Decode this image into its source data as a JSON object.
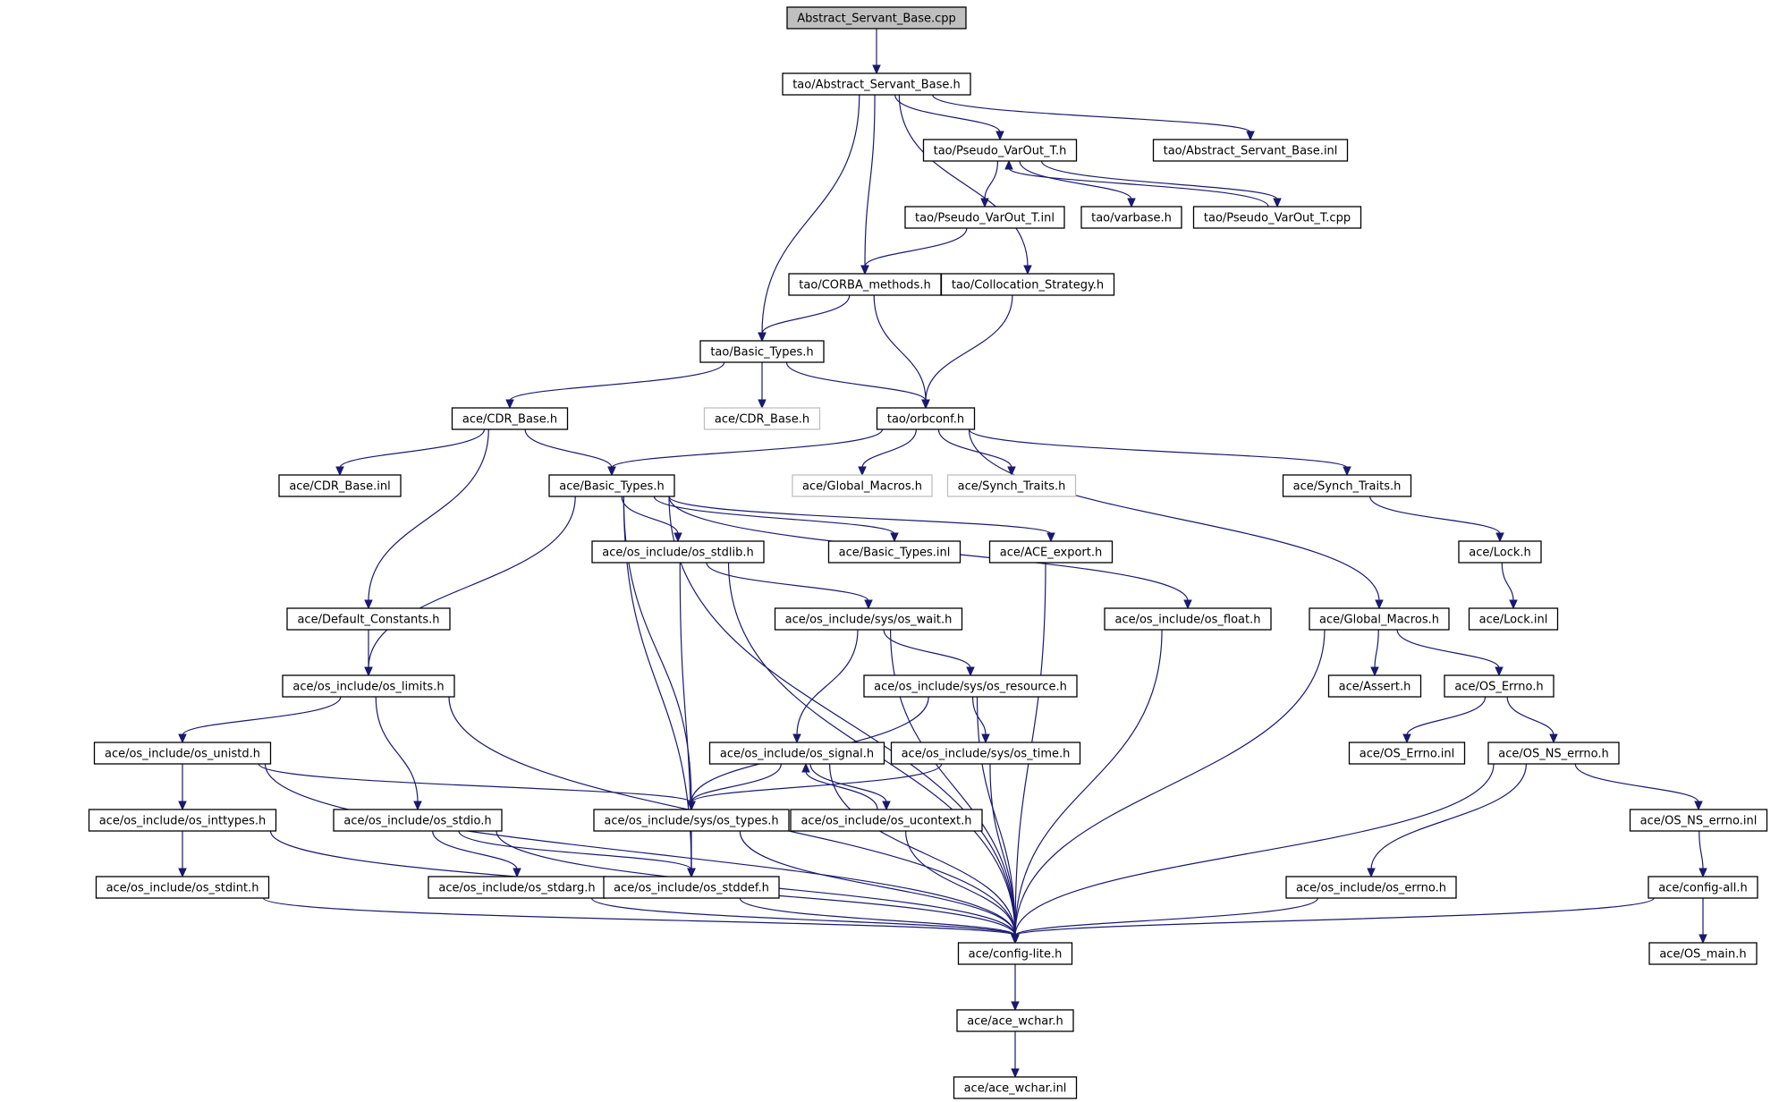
{
  "graph": {
    "colors": {
      "edge": "#191970",
      "node_border": "#000000",
      "root_fill": "#bfbfbf",
      "missing_border": "#bfbfbf"
    },
    "nodes": [
      {
        "id": "root",
        "label": "Abstract_Servant_Base.cpp",
        "kind": "root"
      },
      {
        "id": "asb_h",
        "label": "tao/Abstract_Servant_Base.h"
      },
      {
        "id": "pvt_h",
        "label": "tao/Pseudo_VarOut_T.h"
      },
      {
        "id": "asb_inl",
        "label": "tao/Abstract_Servant_Base.inl"
      },
      {
        "id": "pvt_inl",
        "label": "tao/Pseudo_VarOut_T.inl"
      },
      {
        "id": "varbase",
        "label": "tao/varbase.h"
      },
      {
        "id": "pvt_cpp",
        "label": "tao/Pseudo_VarOut_T.cpp"
      },
      {
        "id": "corba",
        "label": "tao/CORBA_methods.h"
      },
      {
        "id": "colloc",
        "label": "tao/Collocation_Strategy.h"
      },
      {
        "id": "tao_bt",
        "label": "tao/Basic_Types.h"
      },
      {
        "id": "cdr_h",
        "label": "ace/CDR_Base.h"
      },
      {
        "id": "cdr_h_missing",
        "label": "ace/CDR_Base.h",
        "kind": "missing"
      },
      {
        "id": "orbconf",
        "label": "tao/orbconf.h"
      },
      {
        "id": "cdr_inl",
        "label": "ace/CDR_Base.inl"
      },
      {
        "id": "ace_bt",
        "label": "ace/Basic_Types.h"
      },
      {
        "id": "gm_missing",
        "label": "ace/Global_Macros.h",
        "kind": "missing"
      },
      {
        "id": "st_missing",
        "label": "ace/Synch_Traits.h",
        "kind": "missing"
      },
      {
        "id": "synch",
        "label": "ace/Synch_Traits.h"
      },
      {
        "id": "stdlib",
        "label": "ace/os_include/os_stdlib.h"
      },
      {
        "id": "bt_inl",
        "label": "ace/Basic_Types.inl"
      },
      {
        "id": "export",
        "label": "ace/ACE_export.h"
      },
      {
        "id": "lock_h",
        "label": "ace/Lock.h"
      },
      {
        "id": "defconst",
        "label": "ace/Default_Constants.h"
      },
      {
        "id": "wait",
        "label": "ace/os_include/sys/os_wait.h"
      },
      {
        "id": "float",
        "label": "ace/os_include/os_float.h"
      },
      {
        "id": "gm",
        "label": "ace/Global_Macros.h"
      },
      {
        "id": "lock_inl",
        "label": "ace/Lock.inl"
      },
      {
        "id": "limits",
        "label": "ace/os_include/os_limits.h"
      },
      {
        "id": "resource",
        "label": "ace/os_include/sys/os_resource.h"
      },
      {
        "id": "assert",
        "label": "ace/Assert.h"
      },
      {
        "id": "errno_h",
        "label": "ace/OS_Errno.h"
      },
      {
        "id": "unistd",
        "label": "ace/os_include/os_unistd.h"
      },
      {
        "id": "signal",
        "label": "ace/os_include/os_signal.h"
      },
      {
        "id": "time",
        "label": "ace/os_include/sys/os_time.h"
      },
      {
        "id": "errno_inl",
        "label": "ace/OS_Errno.inl"
      },
      {
        "id": "nserrno",
        "label": "ace/OS_NS_errno.h"
      },
      {
        "id": "inttypes",
        "label": "ace/os_include/os_inttypes.h"
      },
      {
        "id": "stdio",
        "label": "ace/os_include/os_stdio.h"
      },
      {
        "id": "types",
        "label": "ace/os_include/sys/os_types.h"
      },
      {
        "id": "ucontext",
        "label": "ace/os_include/os_ucontext.h"
      },
      {
        "id": "nserrno_inl",
        "label": "ace/OS_NS_errno.inl"
      },
      {
        "id": "stdint",
        "label": "ace/os_include/os_stdint.h"
      },
      {
        "id": "stdarg",
        "label": "ace/os_include/os_stdarg.h"
      },
      {
        "id": "stddef",
        "label": "ace/os_include/os_stddef.h"
      },
      {
        "id": "os_errno",
        "label": "ace/os_include/os_errno.h"
      },
      {
        "id": "configall",
        "label": "ace/config-all.h"
      },
      {
        "id": "configlite",
        "label": "ace/config-lite.h"
      },
      {
        "id": "osmain",
        "label": "ace/OS_main.h"
      },
      {
        "id": "wchar",
        "label": "ace/ace_wchar.h"
      },
      {
        "id": "wchar_inl",
        "label": "ace/ace_wchar.inl"
      }
    ],
    "edges": [
      [
        "root",
        "asb_h"
      ],
      [
        "asb_h",
        "pvt_h"
      ],
      [
        "asb_h",
        "asb_inl"
      ],
      [
        "asb_h",
        "corba"
      ],
      [
        "asb_h",
        "colloc"
      ],
      [
        "asb_h",
        "tao_bt"
      ],
      [
        "pvt_h",
        "pvt_inl"
      ],
      [
        "pvt_h",
        "varbase"
      ],
      [
        "pvt_h",
        "pvt_cpp"
      ],
      [
        "pvt_cpp",
        "pvt_h"
      ],
      [
        "pvt_inl",
        "corba"
      ],
      [
        "corba",
        "tao_bt"
      ],
      [
        "corba",
        "orbconf"
      ],
      [
        "colloc",
        "orbconf"
      ],
      [
        "tao_bt",
        "cdr_h"
      ],
      [
        "tao_bt",
        "cdr_h_missing"
      ],
      [
        "tao_bt",
        "orbconf"
      ],
      [
        "cdr_h",
        "cdr_inl"
      ],
      [
        "cdr_h",
        "ace_bt"
      ],
      [
        "cdr_h",
        "defconst"
      ],
      [
        "orbconf",
        "ace_bt"
      ],
      [
        "orbconf",
        "gm_missing"
      ],
      [
        "orbconf",
        "st_missing"
      ],
      [
        "orbconf",
        "synch"
      ],
      [
        "orbconf",
        "gm"
      ],
      [
        "synch",
        "lock_h"
      ],
      [
        "lock_h",
        "lock_inl"
      ],
      [
        "ace_bt",
        "stdlib"
      ],
      [
        "ace_bt",
        "bt_inl"
      ],
      [
        "ace_bt",
        "export"
      ],
      [
        "ace_bt",
        "float"
      ],
      [
        "ace_bt",
        "limits"
      ],
      [
        "ace_bt",
        "types"
      ],
      [
        "ace_bt",
        "stddef"
      ],
      [
        "ace_bt",
        "configlite"
      ],
      [
        "defconst",
        "limits"
      ],
      [
        "stdlib",
        "wait"
      ],
      [
        "stdlib",
        "stddef"
      ],
      [
        "stdlib",
        "configlite"
      ],
      [
        "wait",
        "resource"
      ],
      [
        "wait",
        "signal"
      ],
      [
        "wait",
        "configlite"
      ],
      [
        "float",
        "configlite"
      ],
      [
        "export",
        "configlite"
      ],
      [
        "gm",
        "assert"
      ],
      [
        "gm",
        "errno_h"
      ],
      [
        "gm",
        "configlite"
      ],
      [
        "limits",
        "unistd"
      ],
      [
        "limits",
        "stdio"
      ],
      [
        "limits",
        "configlite"
      ],
      [
        "resource",
        "time"
      ],
      [
        "resource",
        "types"
      ],
      [
        "resource",
        "configlite"
      ],
      [
        "errno_h",
        "errno_inl"
      ],
      [
        "errno_h",
        "nserrno"
      ],
      [
        "unistd",
        "inttypes"
      ],
      [
        "unistd",
        "types"
      ],
      [
        "unistd",
        "configlite"
      ],
      [
        "signal",
        "types"
      ],
      [
        "signal",
        "ucontext"
      ],
      [
        "signal",
        "configlite"
      ],
      [
        "ucontext",
        "signal"
      ],
      [
        "ucontext",
        "configlite"
      ],
      [
        "time",
        "types"
      ],
      [
        "time",
        "configlite"
      ],
      [
        "nserrno",
        "nserrno_inl"
      ],
      [
        "nserrno",
        "os_errno"
      ],
      [
        "nserrno",
        "configlite"
      ],
      [
        "inttypes",
        "stdint"
      ],
      [
        "inttypes",
        "configlite"
      ],
      [
        "stdio",
        "stdarg"
      ],
      [
        "stdio",
        "stddef"
      ],
      [
        "stdio",
        "configlite"
      ],
      [
        "types",
        "stddef"
      ],
      [
        "types",
        "configlite"
      ],
      [
        "nserrno_inl",
        "configall"
      ],
      [
        "stdint",
        "configlite"
      ],
      [
        "stdarg",
        "configlite"
      ],
      [
        "stddef",
        "configlite"
      ],
      [
        "os_errno",
        "configlite"
      ],
      [
        "configall",
        "configlite"
      ],
      [
        "configall",
        "osmain"
      ],
      [
        "configlite",
        "wchar"
      ],
      [
        "wchar",
        "wchar_inl"
      ]
    ]
  }
}
